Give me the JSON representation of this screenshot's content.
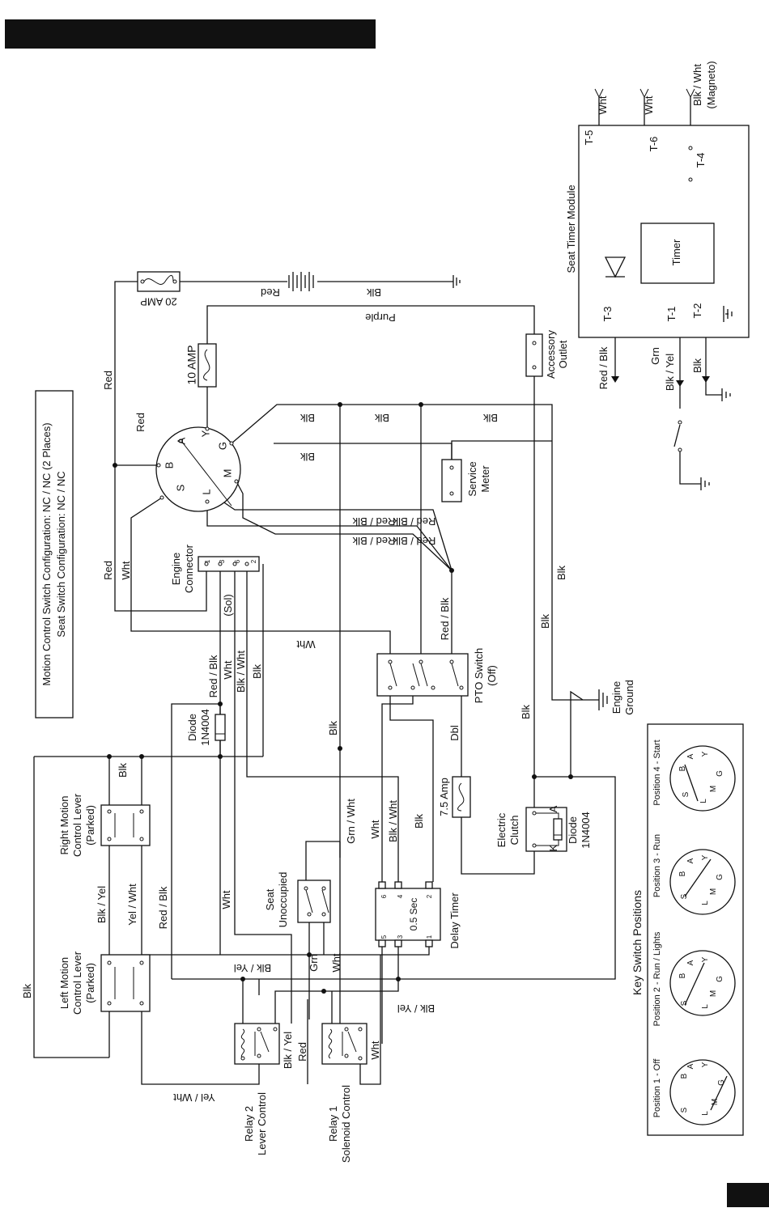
{
  "header": {
    "color": "#111111"
  },
  "notes": {
    "motion": "Motion Control Switch Configuration:  NC / NC (2 Places)",
    "seat": "Seat Switch Configuration:  NC / NC"
  },
  "components": {
    "fuse20": "20 AMP",
    "fuse10": "10 AMP",
    "fuse75": "7.5 Amp",
    "accessory": [
      "Accessory",
      "Outlet"
    ],
    "service_meter": [
      "Service",
      "Meter"
    ],
    "engine_connector": [
      "Engine",
      "Connector"
    ],
    "engine_ground": [
      "Engine",
      "Ground"
    ],
    "pto_switch": [
      "PTO Switch",
      "(Off)"
    ],
    "diode1": [
      "Diode",
      "1N4004"
    ],
    "diode2": [
      "Diode",
      "1N4004"
    ],
    "electric_clutch": [
      "Electric",
      "Clutch"
    ],
    "seat": [
      "Seat",
      "Unoccupied"
    ],
    "delay_timer": "Delay Timer",
    "delay_value": "0.5 Sec",
    "right_lever": [
      "Right Motion",
      "Control Lever",
      "(Parked)"
    ],
    "left_lever": [
      "Left Motion",
      "Control Lever",
      "(Parked)"
    ],
    "relay1": [
      "Relay 1",
      "Solenoid Control"
    ],
    "relay2": [
      "Relay 2",
      "Lever Control"
    ],
    "seat_timer_module": "Seat Timer Module",
    "timer": "Timer",
    "sol": "(Sol)"
  },
  "key_switch": {
    "terminals": [
      "B",
      "A",
      "Y",
      "G",
      "M",
      "L",
      "S"
    ],
    "title": "Key Switch Positions",
    "positions": [
      "Position 1 - Off",
      "Position 2 - Run / Lights",
      "Position 3 - Run",
      "Position 4 - Start"
    ]
  },
  "connector_pins": [
    "1",
    "3",
    "6",
    "2"
  ],
  "timer_pins": [
    "6",
    "4",
    "2",
    "5",
    "3",
    "1"
  ],
  "clutch_pins": [
    "A",
    "K"
  ],
  "timer_terminals": [
    "T-5",
    "T-6",
    "T-4",
    "T-3",
    "T-1",
    "T-2"
  ],
  "wires": {
    "red": "Red",
    "blk": "Blk",
    "wht": "Wht",
    "purple": "Purple",
    "red_blk": "Red / Blk",
    "blk_wht": "Blk / Wht",
    "grn_wht": "Grn / Wht",
    "blk_yel": "Blk / Yel",
    "yel_wht": "Yel / Wht",
    "grn": "Grn",
    "dbl": "Dbl",
    "blk_wht_magneto": [
      "Blk / Wht",
      "(Magneto)"
    ]
  }
}
